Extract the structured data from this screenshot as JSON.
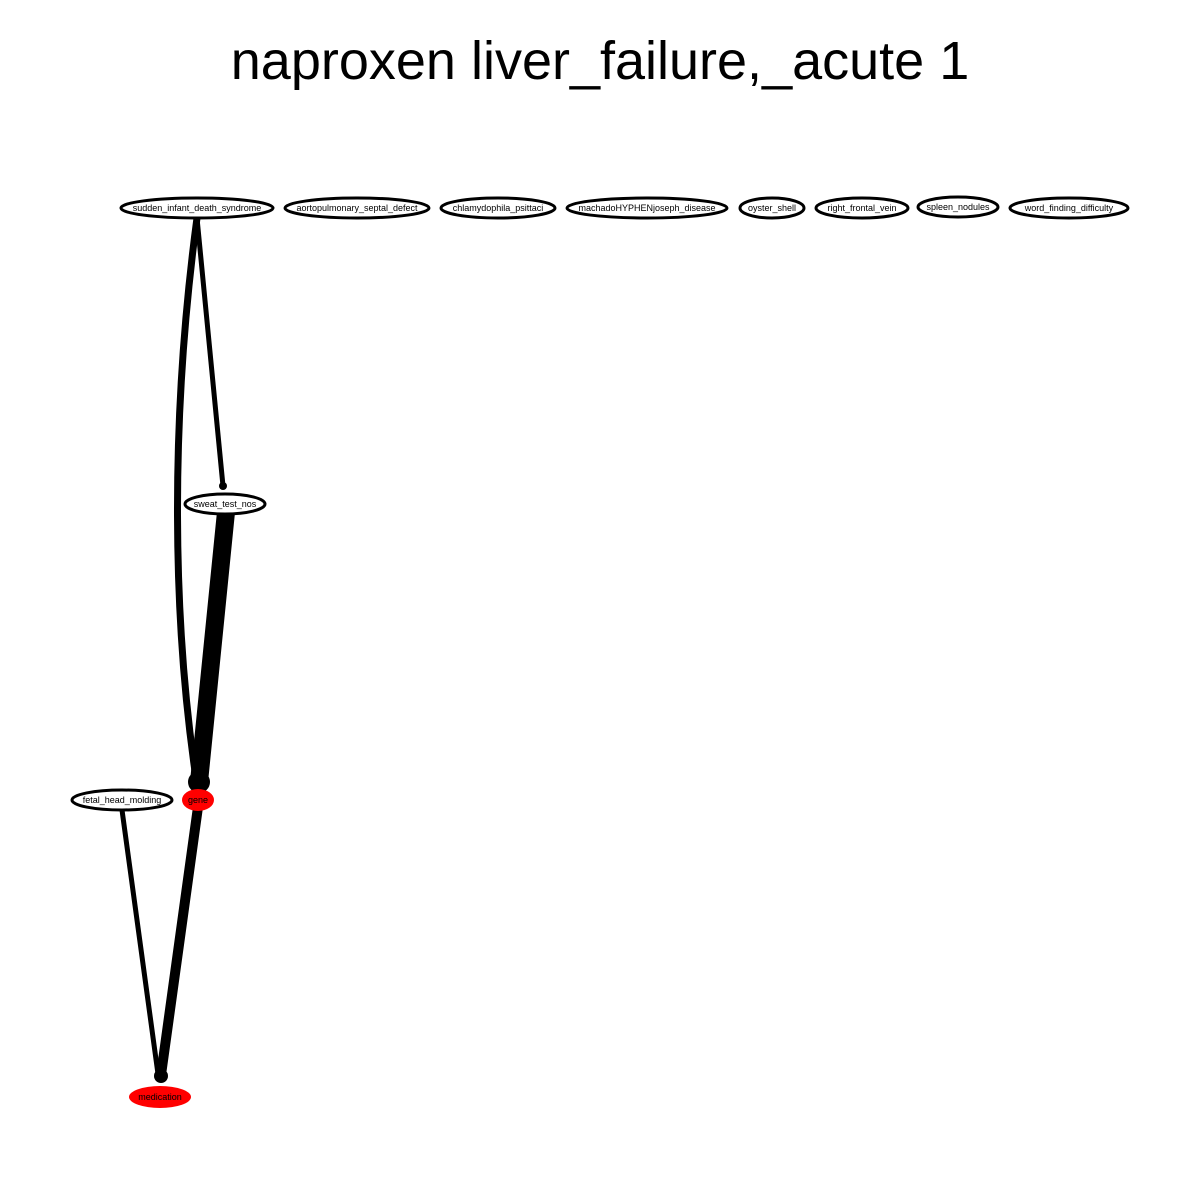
{
  "title": "naproxen liver_failure,_acute 1",
  "colors": {
    "highlight": "#ff0000",
    "stroke": "#000000",
    "background": "#ffffff"
  },
  "nodes": [
    {
      "id": "sudden_infant_death_syndrome",
      "label": "sudden_infant_death_syndrome",
      "highlight": false
    },
    {
      "id": "aortopulmonary_septal_defect",
      "label": "aortopulmonary_septal_defect",
      "highlight": false
    },
    {
      "id": "chlamydophila_psittaci",
      "label": "chlamydophila_psittaci",
      "highlight": false
    },
    {
      "id": "machadoHYPHENjoseph_disease",
      "label": "machadoHYPHENjoseph_disease",
      "highlight": false
    },
    {
      "id": "oyster_shell",
      "label": "oyster_shell",
      "highlight": false
    },
    {
      "id": "right_frontal_vein",
      "label": "right_frontal_vein",
      "highlight": false
    },
    {
      "id": "spleen_nodules",
      "label": "spleen_nodules",
      "highlight": false
    },
    {
      "id": "word_finding_difficulty",
      "label": "word_finding_difficulty",
      "highlight": false
    },
    {
      "id": "sweat_test_nos",
      "label": "sweat_test_nos",
      "highlight": false
    },
    {
      "id": "fetal_head_molding",
      "label": "fetal_head_molding",
      "highlight": false
    },
    {
      "id": "gene",
      "label": "gene",
      "highlight": true
    },
    {
      "id": "medication",
      "label": "medication",
      "highlight": true
    }
  ],
  "edges": [
    {
      "from": "sudden_infant_death_syndrome",
      "to": "gene",
      "weight": 2
    },
    {
      "from": "sudden_infant_death_syndrome",
      "to": "sweat_test_nos",
      "weight": 1
    },
    {
      "from": "sweat_test_nos",
      "to": "gene",
      "weight": 5
    },
    {
      "from": "gene",
      "to": "medication",
      "weight": 3
    },
    {
      "from": "fetal_head_molding",
      "to": "medication",
      "weight": 1
    }
  ]
}
